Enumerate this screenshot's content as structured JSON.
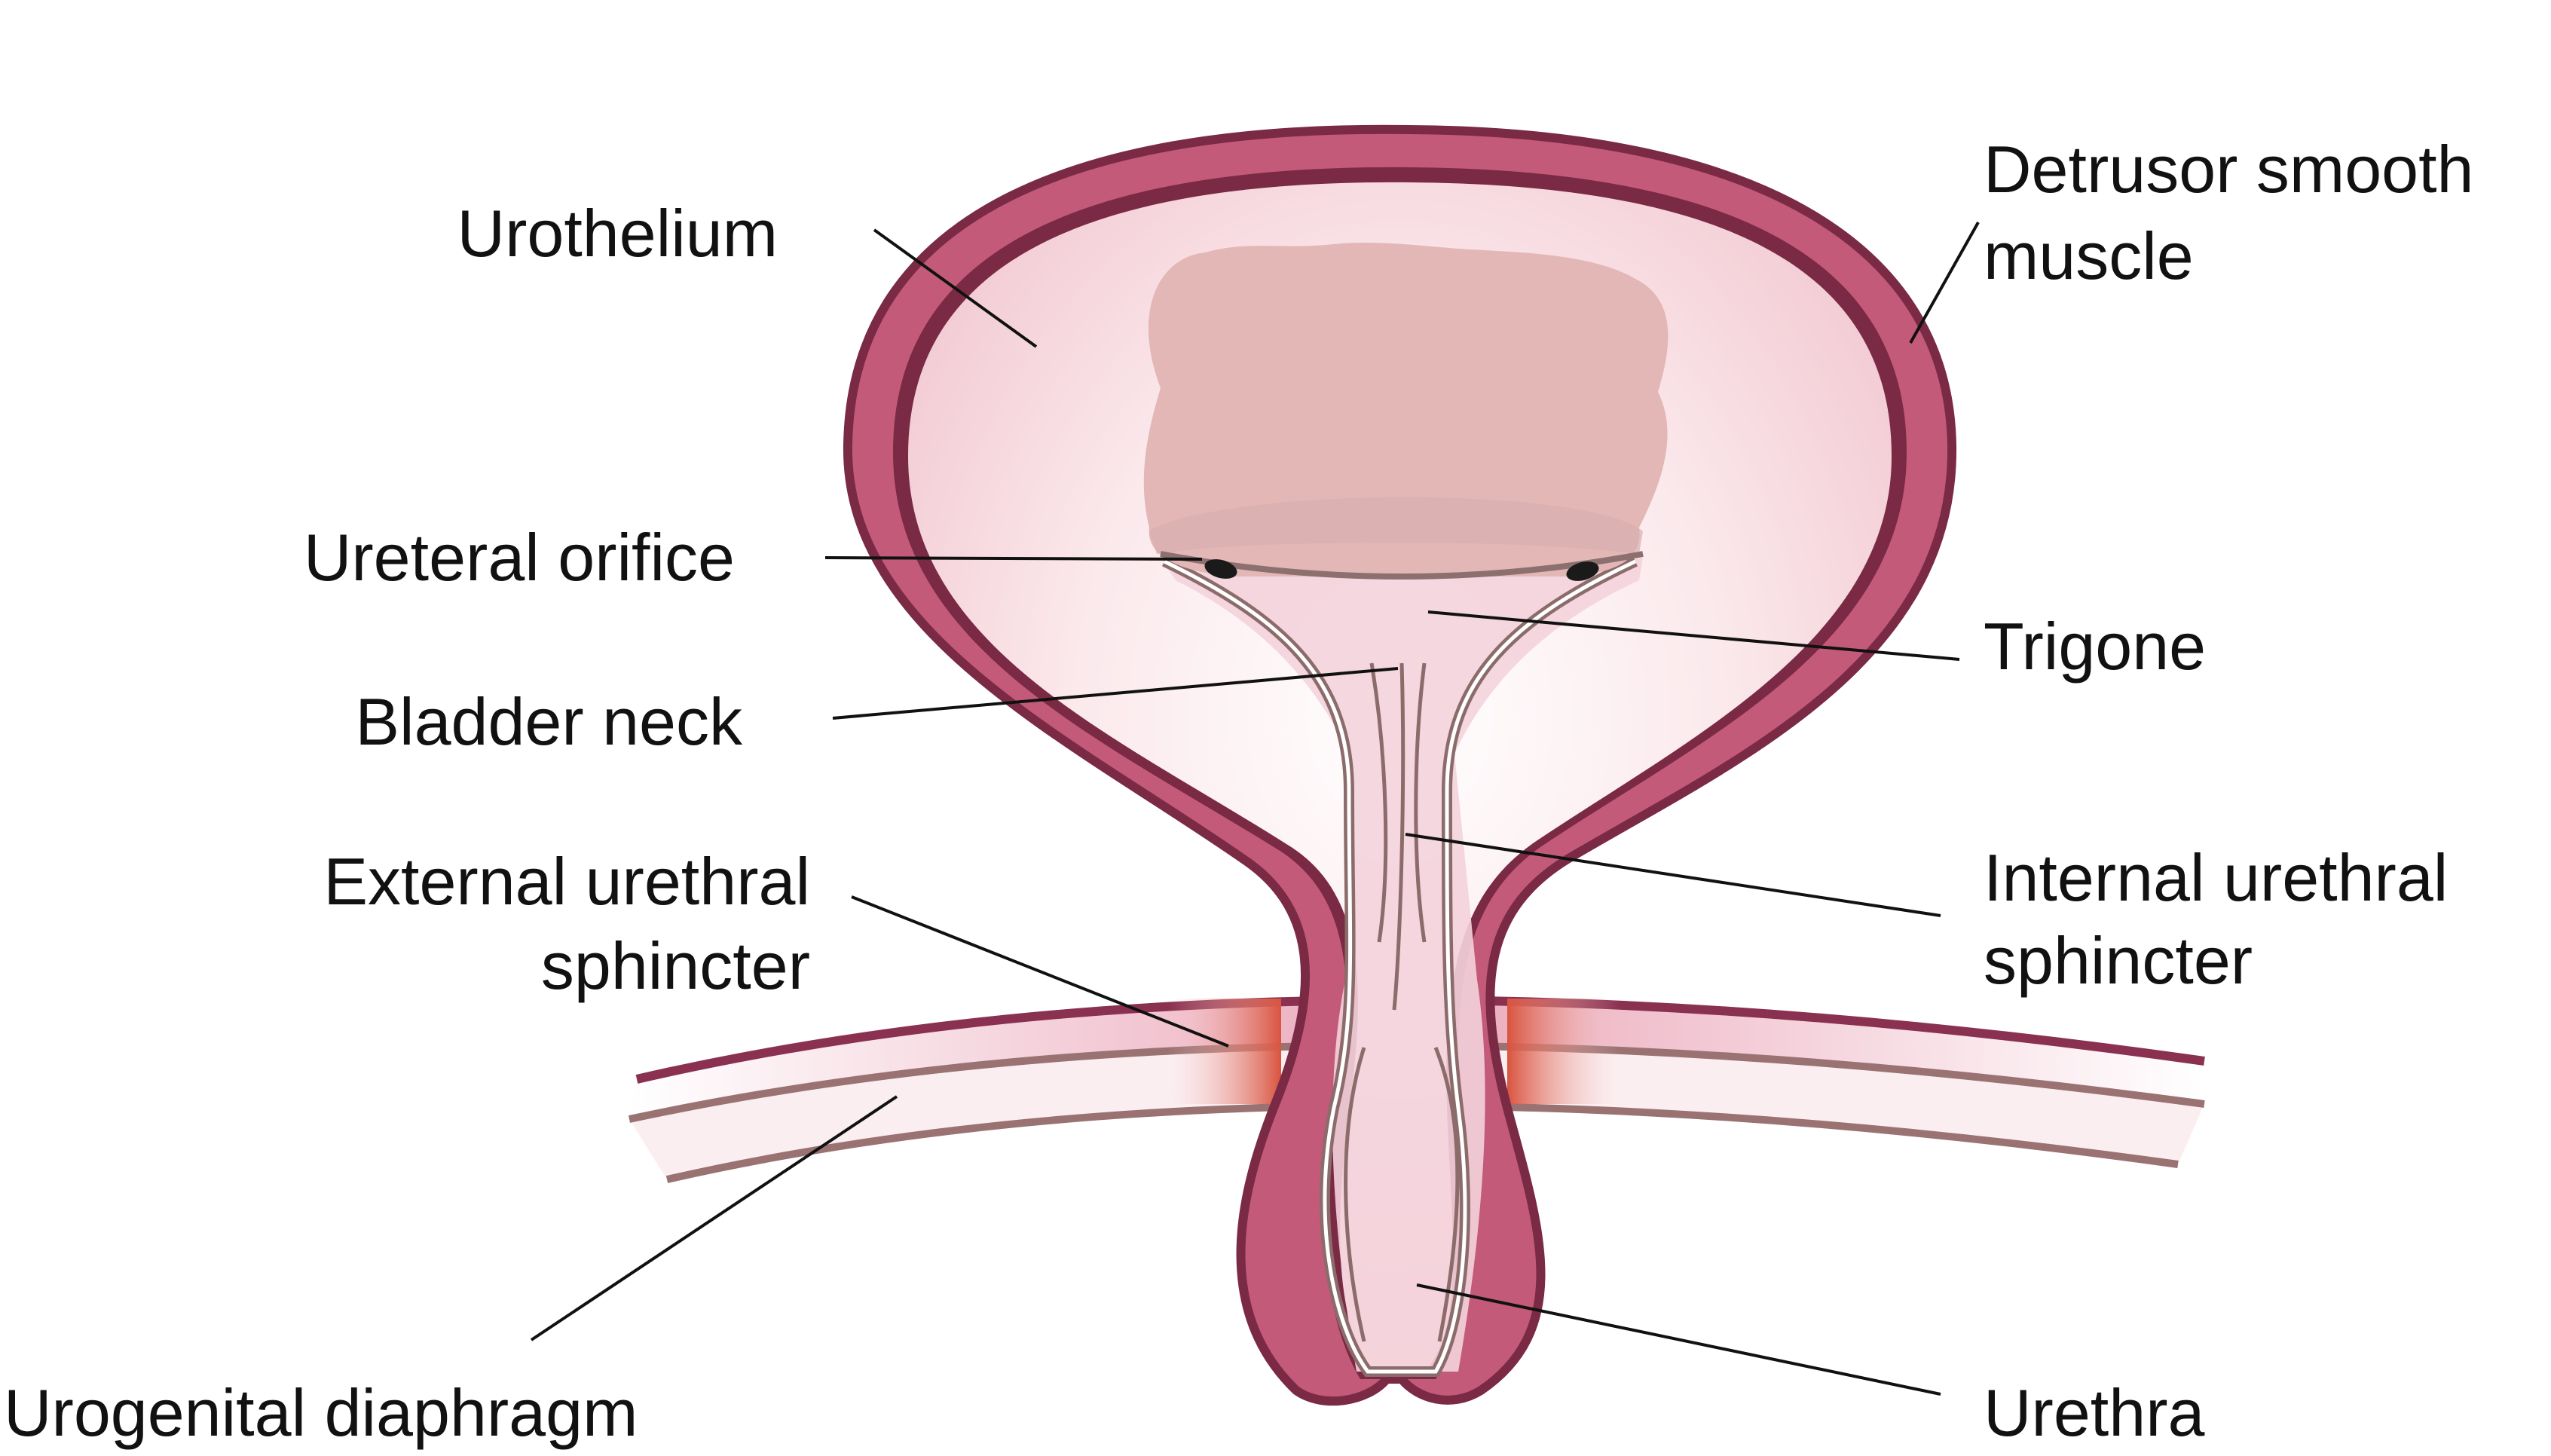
{
  "diagram": {
    "labels": {
      "urothelium": "Urothelium",
      "detrusor_line1": "Detrusor smooth",
      "detrusor_line2": "muscle",
      "ureteral_orifice": "Ureteral orifice",
      "trigone": "Trigone",
      "bladder_neck": "Bladder neck",
      "external_sphincter_line1": "External urethral",
      "external_sphincter_line2": "sphincter",
      "internal_sphincter_line1": "Internal urethral",
      "internal_sphincter_line2": "sphincter",
      "urogenital_diaphragm": "Urogenital diaphragm",
      "urethra": "Urethra"
    },
    "colors": {
      "bladder_wall": "#c45a7a",
      "bladder_wall_dark": "#7a2a44",
      "lumen": "#f7dde2",
      "prostate_mass": "#e2b7b5",
      "sphincter_red": "#d9543f",
      "diaphragm_band": "#e8a4b8"
    }
  }
}
